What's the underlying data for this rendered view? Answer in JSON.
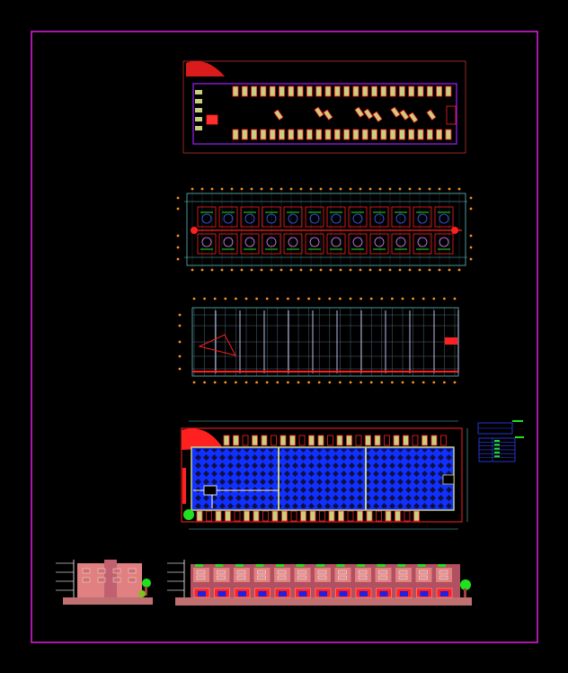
{
  "colors": {
    "background": "#000000",
    "sheet_border": "#e020e0",
    "walls": "#ff2020",
    "parking": "#c8d080",
    "pool": "#1020e0",
    "dimension": "#60c0c0",
    "marker": "#ff9020",
    "vegetation": "#20e020",
    "facade": "#e08080"
  },
  "drawings": [
    {
      "name": "parking-plan",
      "cars_per_row": 24
    },
    {
      "name": "typical-floor-plan",
      "units_per_row": 12
    },
    {
      "name": "structural-grid-plan",
      "bays": 10
    },
    {
      "name": "pool-deck-plan",
      "pool_sections": 3
    },
    {
      "name": "side-elevation"
    },
    {
      "name": "front-elevation",
      "arches": 13
    }
  ]
}
